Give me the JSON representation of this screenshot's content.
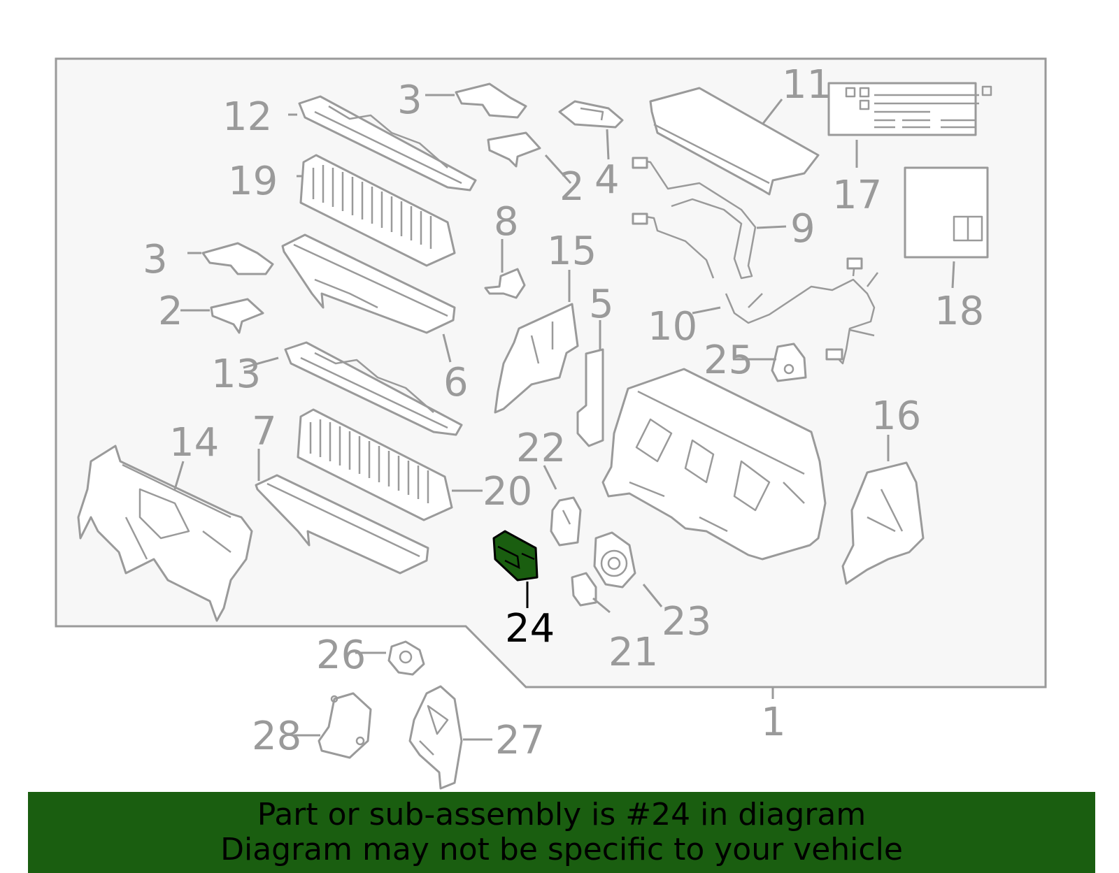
{
  "callouts": {
    "c1": "1",
    "c2a": "2",
    "c2b": "2",
    "c3a": "3",
    "c3b": "3",
    "c4": "4",
    "c5": "5",
    "c6": "6",
    "c7": "7",
    "c8": "8",
    "c9": "9",
    "c10": "10",
    "c11": "11",
    "c12": "12",
    "c13": "13",
    "c14": "14",
    "c15": "15",
    "c16": "16",
    "c17": "17",
    "c18": "18",
    "c19": "19",
    "c20": "20",
    "c21": "21",
    "c22": "22",
    "c23": "23",
    "c24": "24",
    "c25": "25",
    "c26": "26",
    "c27": "27",
    "c28": "28"
  },
  "highlighted_part": "24",
  "colors": {
    "highlight": "#1a5e10",
    "banner": "#1a5e10",
    "line": "#9a9a9a",
    "panel": "#f7f7f7"
  },
  "banner": {
    "line1": "Part or sub-assembly is #24 in diagram",
    "line2": "Diagram may not be specific to your vehicle"
  }
}
